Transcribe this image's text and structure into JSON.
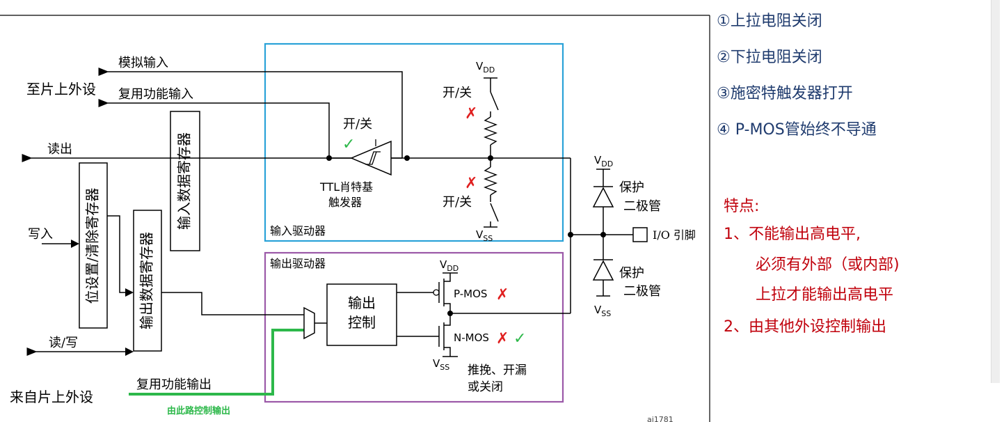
{
  "colors": {
    "input_box": "#2aa2d8",
    "output_box": "#9b59a8",
    "green_path": "#2db84a",
    "note_blue": "#1f3b6e",
    "feature_red": "#c0000b",
    "cross_red": "#e02020",
    "check_green": "#2db84a"
  },
  "diagram": {
    "to_peripheral": "至片上外设",
    "from_peripheral": "来自片上外设",
    "analog_in": "模拟输入",
    "alt_in": "复用功能输入",
    "read": "读出",
    "write": "写入",
    "read_write": "读/写",
    "alt_out": "复用功能输出",
    "green_label": "由此路控制输出",
    "input_data_reg": "输入数据寄存器",
    "bit_set_reset_reg": "位设置/清除寄存器",
    "output_data_reg": "输出数据寄存器",
    "input_driver": "输入驱动器",
    "output_driver": "输出驱动器",
    "onoff_top": "开/关",
    "onoff_schmitt": "开/关",
    "onoff_bottom": "开/关",
    "ttl_l1": "TTL肖特基",
    "ttl_l2": "触发器",
    "vdd": "V",
    "vdd_sub": "DD",
    "vss": "V",
    "vss_sub": "SS",
    "protect": "保护",
    "diode": "二极管",
    "io_pin": "I/O 引脚",
    "out_ctrl_l1": "输出",
    "out_ctrl_l2": "控制",
    "pmos": "P-MOS",
    "nmos": "N-MOS",
    "mode_l1": "推挽、开漏",
    "mode_l2": "或关闭",
    "figure_code": "ai1781",
    "cross": "✗",
    "check": "✓"
  },
  "notes": [
    "①上拉电阻关闭",
    "②下拉电阻关闭",
    "③施密特触发器打开",
    "④ P-MOS管始终不导通"
  ],
  "features": {
    "title": "特点:",
    "item1_l1": "1、不能输出高电平,",
    "item1_l2": "必须有外部（或内部)",
    "item1_l3": "上拉才能输出高电平",
    "item2": "2、由其他外设控制输出"
  }
}
